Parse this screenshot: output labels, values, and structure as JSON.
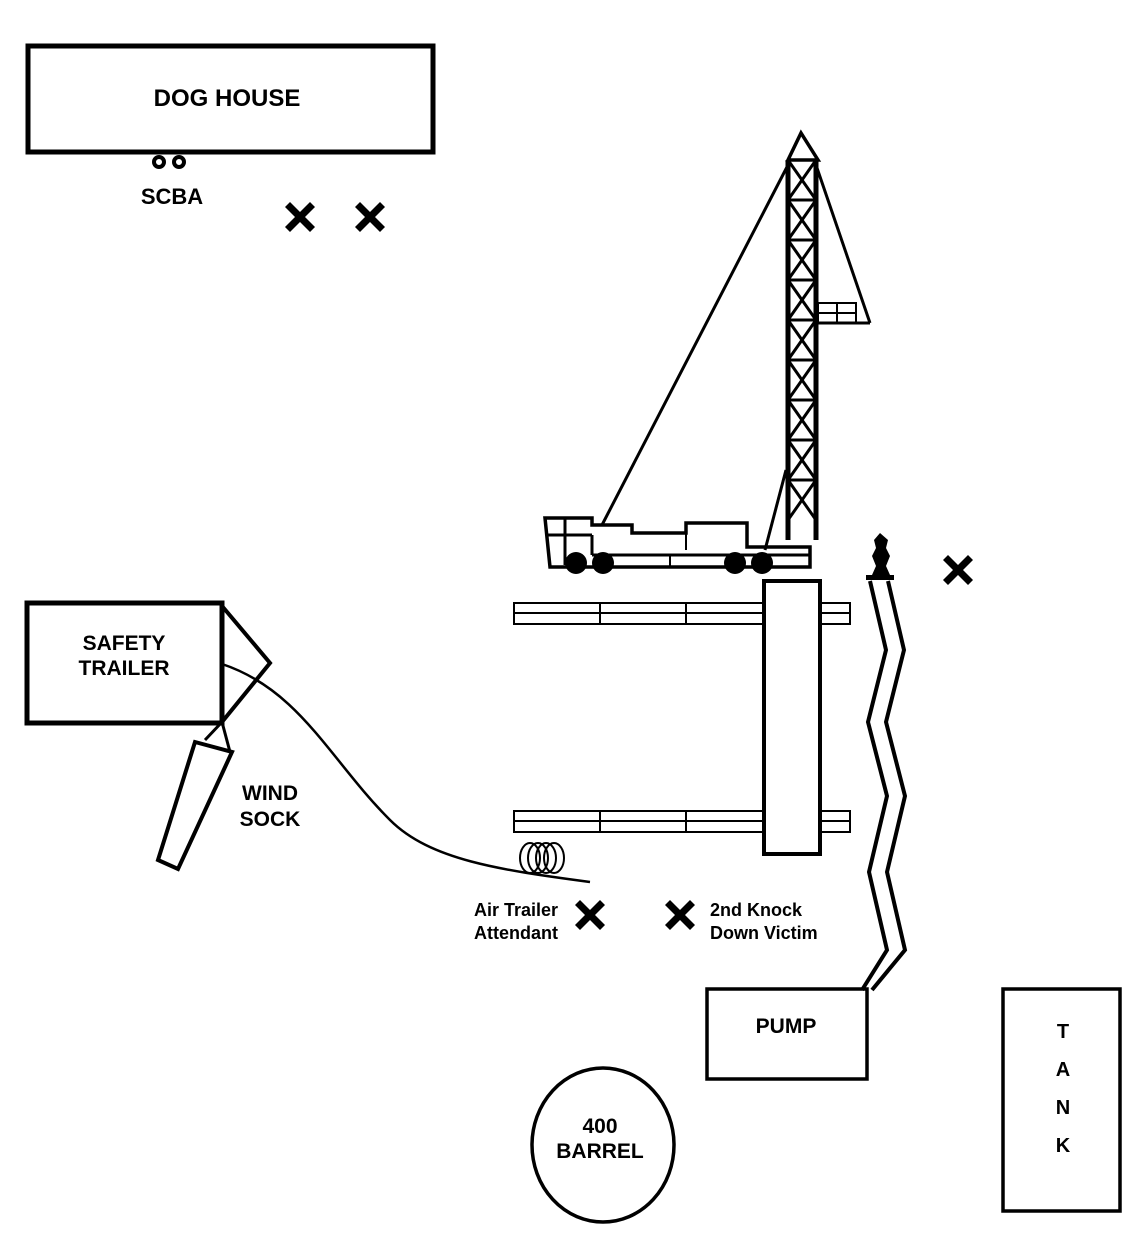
{
  "diagram": {
    "type": "site-layout",
    "colors": {
      "ink": "#000000",
      "background": "#ffffff"
    },
    "structures": {
      "dog_house": "DOG HOUSE",
      "scba": "SCBA",
      "safety_trailer": [
        "SAFETY",
        "TRAILER"
      ],
      "wind_sock": [
        "WIND",
        "SOCK"
      ],
      "pump": "PUMP",
      "barrel": [
        "400",
        "BARREL"
      ],
      "tank": [
        "T",
        "A",
        "N",
        "K"
      ]
    },
    "markers": {
      "air_trailer_attendant": [
        "Air Trailer",
        "Attendant"
      ],
      "knockdown_victim": [
        "2nd Knock",
        "Down Victim"
      ]
    },
    "icons": [
      "victim-x-icon",
      "drilling-rig-icon",
      "wellhead-icon",
      "air-hose-coil-icon",
      "scba-bottles-icon"
    ]
  }
}
